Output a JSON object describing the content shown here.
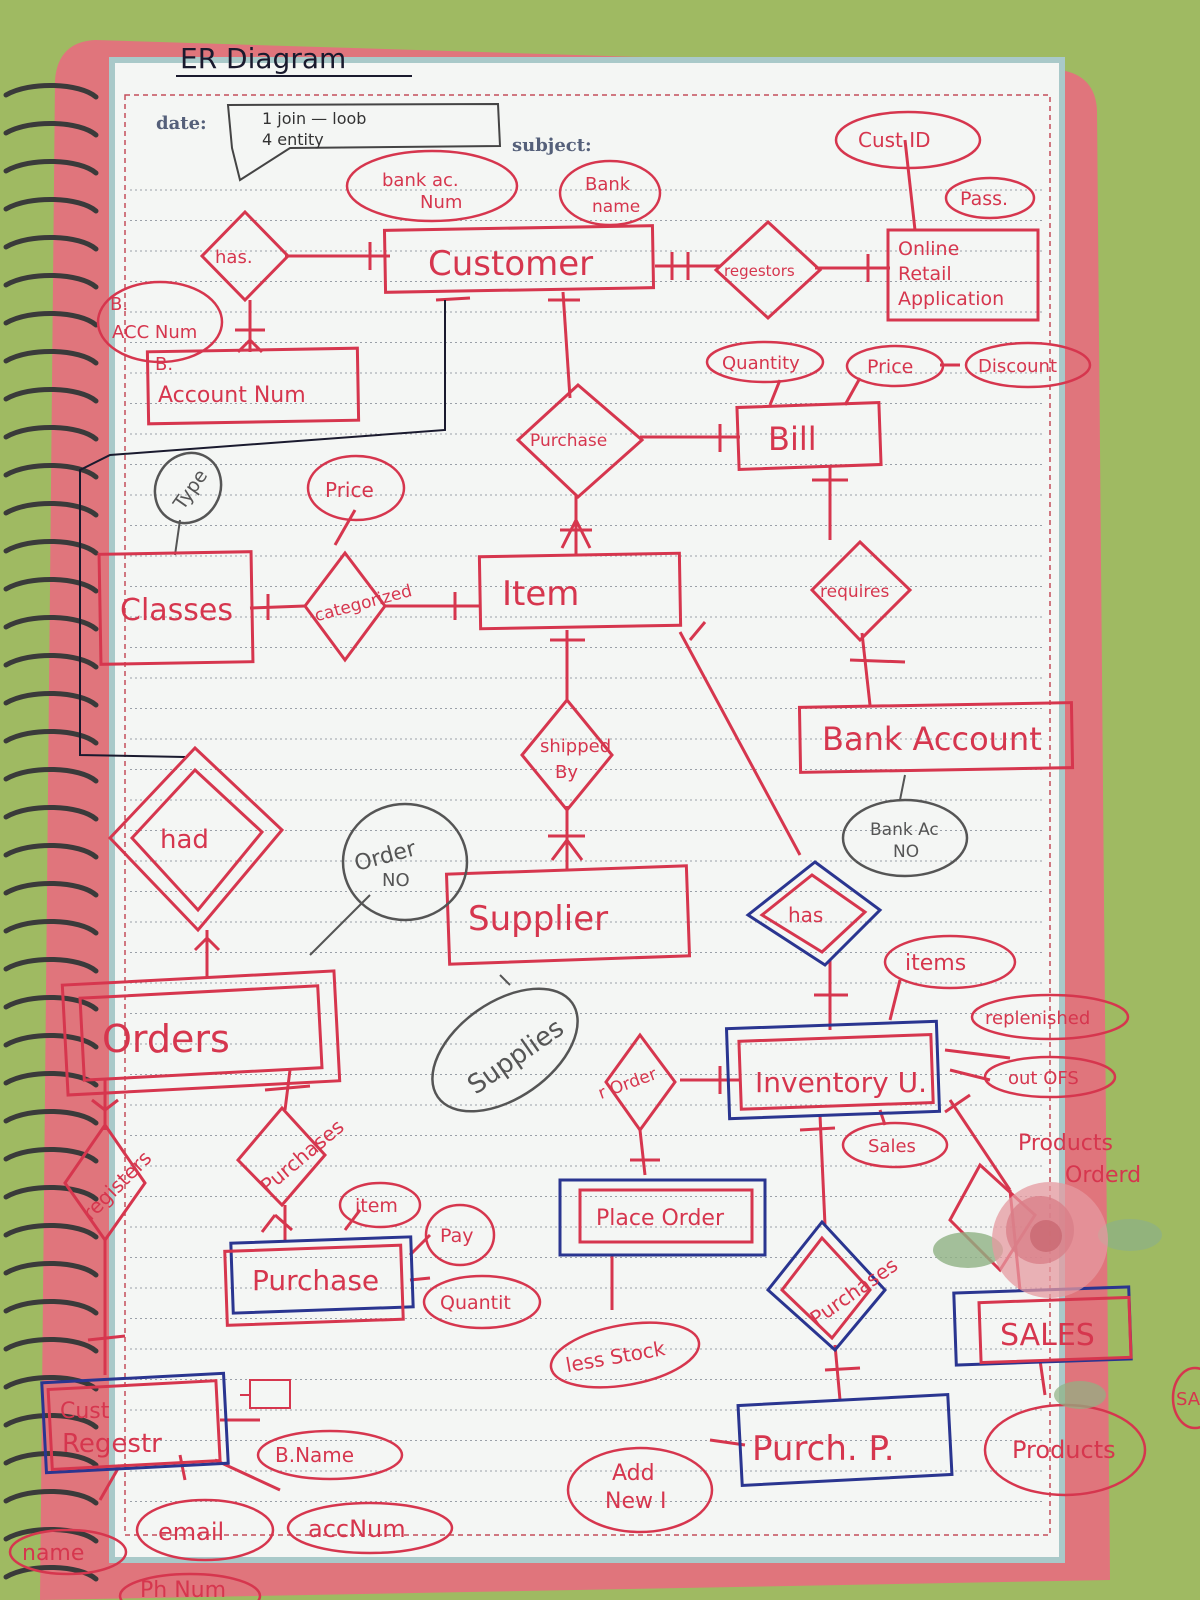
{
  "page": {
    "title": "ER Diagram",
    "date_label": "date:",
    "subject_label": "subject:",
    "date_note_line1": "1 join — loob",
    "date_note_line2": "4 entity"
  },
  "entities": {
    "customer": "Customer",
    "online_retail_application": [
      "Online",
      "Retail",
      "Application"
    ],
    "bank_account_num": [
      "B.",
      "Account Num"
    ],
    "bill": "Bill",
    "classes": "Classes",
    "item": "Item",
    "bank_account": "Bank Account",
    "supplier": "Supplier",
    "orders": "Orders",
    "inventory": "Inventory U.",
    "place_order": "Place Order",
    "purchase": "Purchase",
    "cust_register": [
      "Cust",
      "Regestr"
    ],
    "sales": "SALES",
    "purch_p": "Purch. P."
  },
  "relationships": {
    "has_top": "has.",
    "registers": "regestors",
    "purchase": "Purchase",
    "categorized": "categorized",
    "requires": "requires",
    "shipped_by": [
      "shipped",
      "By"
    ],
    "had": "had",
    "has_inventory": "has",
    "reorder": "r Order",
    "registers_orders": "registers",
    "purchases_orders": "Purchases",
    "purchases_inventory": "Purchases"
  },
  "attributes": {
    "bank_ac_num": [
      "bank ac.",
      "Num"
    ],
    "bank_name": [
      "Bank",
      "name"
    ],
    "cust_id": "Cust ID",
    "pass": "Pass.",
    "b_acc_num": [
      "B.",
      "ACC Num"
    ],
    "quantity": "Quantity",
    "price_bill": "Price",
    "discount": "Discount",
    "type": "Type",
    "price_item": "Price",
    "bank_ac_no": [
      "Bank Ac",
      "NO"
    ],
    "order_no": [
      "Order",
      "NO"
    ],
    "supplies": "Supplies",
    "items": "items",
    "replenished": "replenished",
    "out_ofs": "out OFS",
    "products_ordered": [
      "Products",
      "Orderd"
    ],
    "sales_attr": "Sales",
    "item_attr": "item",
    "pay": "Pay",
    "quantity_purchase": "Quantit",
    "less_stock": "less Stock",
    "add_new_i": [
      "Add",
      "New I"
    ],
    "b_name": "B.Name",
    "email": "email",
    "acc_num": "accNum",
    "name": "name",
    "ph_num": "Ph Num",
    "products": "Products",
    "sa": "SA"
  },
  "colors": {
    "ink_red": "#d6364e",
    "ink_blue": "#2a3590",
    "ink_gray": "#555555",
    "ink_black": "#1a1a2e",
    "paper": "#f4f6f4",
    "cover": "#e0757c",
    "background": "#9fba62"
  }
}
